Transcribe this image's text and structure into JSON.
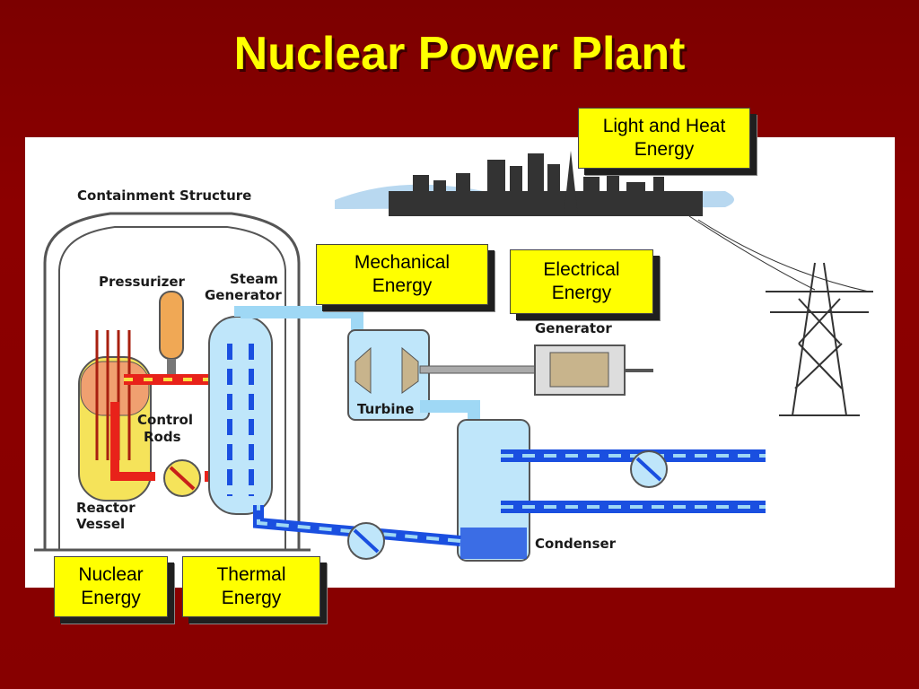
{
  "slide": {
    "title": "Nuclear Power Plant"
  },
  "diagram": {
    "labels": {
      "containment": "Containment Structure",
      "pressurizer": "Pressurizer",
      "steam_generator_line1": "Steam",
      "steam_generator_line2": "Generator",
      "control_rods_line1": "Control",
      "control_rods_line2": "Rods",
      "reactor_vessel_line1": "Reactor",
      "reactor_vessel_line2": "Vessel",
      "turbine": "Turbine",
      "generator": "Generator",
      "condenser": "Condenser"
    }
  },
  "callouts": {
    "light_heat": [
      "Light and Heat",
      "Energy"
    ],
    "mechanical": [
      "Mechanical",
      "Energy"
    ],
    "electrical": [
      "Electrical",
      "Energy"
    ],
    "nuclear": [
      "Nuclear",
      "Energy"
    ],
    "thermal": [
      "Thermal",
      "Energy"
    ]
  },
  "colors": {
    "background": "#8a0000",
    "title": "#ffff00",
    "callout_fill": "#ffff00",
    "hot_loop": "#e8221a",
    "cold_loop": "#1a4fe0",
    "water": "#9fd8f5"
  }
}
